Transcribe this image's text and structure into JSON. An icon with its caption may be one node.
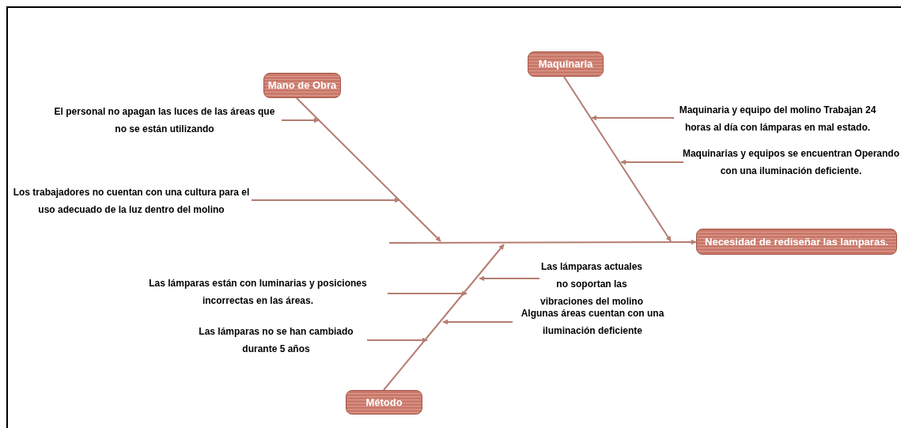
{
  "diagram": {
    "nodes": [
      {
        "text": [
          "Mano de Obra"
        ]
      },
      {
        "text": [
          "Maquinaria"
        ]
      },
      {
        "text": [
          "Método"
        ]
      },
      {
        "text": [
          "Necesidad de rediseñar las lamparas."
        ]
      },
      {
        "text": [
          "El personal no apagan las luces de las áreas que no se están utilizando"
        ]
      },
      {
        "text": [
          "Los trabajadores no cuentan  con una cultura para el uso adecuado de la luz dentro del molino"
        ]
      },
      {
        "text": [
          "Maquinaria y equipo del molino Trabajan 24 horas al día con lámparas en mal estado."
        ]
      },
      {
        "text": [
          "Maquinarias y equipos se encuentran Operando con una iluminación deficiente."
        ]
      },
      {
        "text": [
          "Las lámparas actuales no soportan las vibraciones del molino"
        ]
      },
      {
        "text": [
          "Algunas áreas cuentan con una iluminación deficiente"
        ]
      },
      {
        "text": [
          "Las lámparas están con luminarias y posiciones incorrectas en las áreas."
        ]
      },
      {
        "text": [
          "Las lámparas no se han cambiado durante 5 años"
        ]
      }
    ],
    "edges": [
      {
        "from": null,
        "to": 3,
        "arrow": "to"
      },
      {
        "from": 0,
        "to": null,
        "arrow": "to"
      },
      {
        "from": 1,
        "to": null,
        "arrow": "to"
      },
      {
        "from": 2,
        "to": null,
        "arrow": "to"
      },
      {
        "from": 4,
        "to": 0,
        "arrow": "to"
      },
      {
        "from": 5,
        "to": null,
        "arrow": "to"
      },
      {
        "from": 6,
        "to": null,
        "arrow": "to"
      },
      {
        "from": 7,
        "to": null,
        "arrow": "to"
      },
      {
        "from": 8,
        "to": null,
        "arrow": "to"
      },
      {
        "from": 9,
        "to": null,
        "arrow": "to"
      },
      {
        "from": 10,
        "to": null,
        "arrow": "to"
      },
      {
        "from": 11,
        "to": null,
        "arrow": "to"
      }
    ]
  }
}
